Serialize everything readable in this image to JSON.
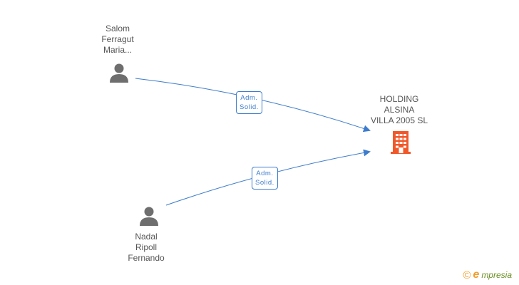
{
  "nodes": {
    "person1": {
      "lines": [
        "Salom",
        "Ferragut",
        "Maria..."
      ]
    },
    "person2": {
      "lines": [
        "Nadal",
        "Ripoll",
        "Fernando"
      ]
    },
    "company": {
      "lines": [
        "HOLDING",
        "ALSINA",
        "VILLA 2005 SL"
      ]
    }
  },
  "edges": [
    {
      "from": "person1",
      "to": "company",
      "label": [
        "Adm.",
        "Solid."
      ]
    },
    {
      "from": "person2",
      "to": "company",
      "label": [
        "Adm.",
        "Solid."
      ]
    }
  ],
  "colors": {
    "edge": "#3d7ccc",
    "person": "#6e6e6e",
    "company": "#f0582a",
    "brand_orange": "#f39c2b",
    "brand_green": "#6b8e23"
  },
  "footer": {
    "copyright_symbol": "©",
    "brand_initial": "e",
    "brand_rest": "mpresia"
  }
}
